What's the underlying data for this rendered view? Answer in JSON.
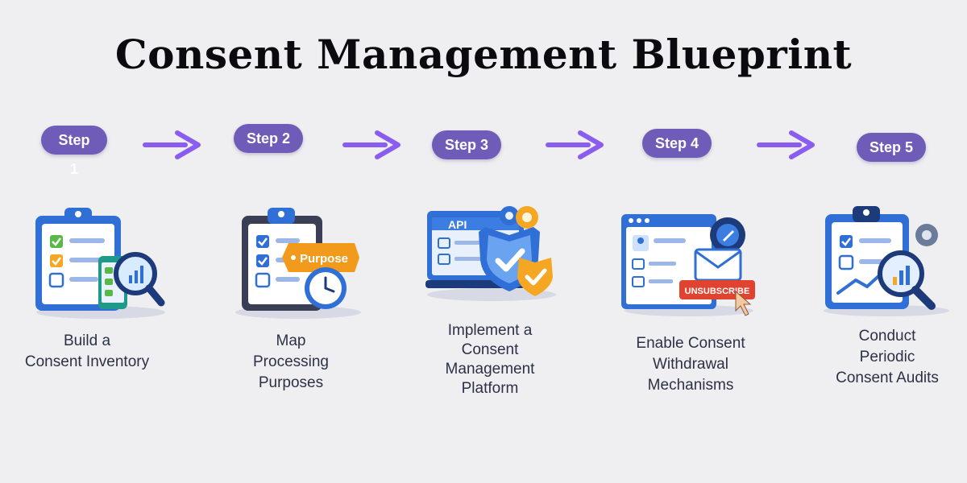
{
  "title": "Consent Management Blueprint",
  "colors": {
    "accent": "#6f5bb8",
    "arrow": "#8a5cf0",
    "icon_blue": "#2f6fd6",
    "orange": "#f5a623",
    "green": "#58b947"
  },
  "steps": [
    {
      "badge": "Step 1",
      "label_lines": [
        "Build a",
        "Consent Inventory"
      ],
      "icon": "clipboard-checklist-magnifier-icon"
    },
    {
      "badge": "Step 2",
      "label_lines": [
        "Map",
        "Processing",
        "Purposes"
      ],
      "icon": "clipboard-purpose-clock-icon",
      "tag": "Purpose"
    },
    {
      "badge": "Step 3",
      "label_lines": [
        "Implement a",
        "Consent",
        "Management",
        "Platform"
      ],
      "icon": "api-monitor-shield-icon",
      "tag": "API"
    },
    {
      "badge": "Step 4",
      "label_lines": [
        "Enable Consent",
        "Withdrawal",
        "Mechanisms"
      ],
      "icon": "browser-unsubscribe-icon",
      "tag": "UNSUBSCRIBE"
    },
    {
      "badge": "Step 5",
      "label_lines": [
        "Conduct",
        "Periodic",
        "Consent Audits"
      ],
      "icon": "clipboard-chart-audit-icon"
    }
  ]
}
